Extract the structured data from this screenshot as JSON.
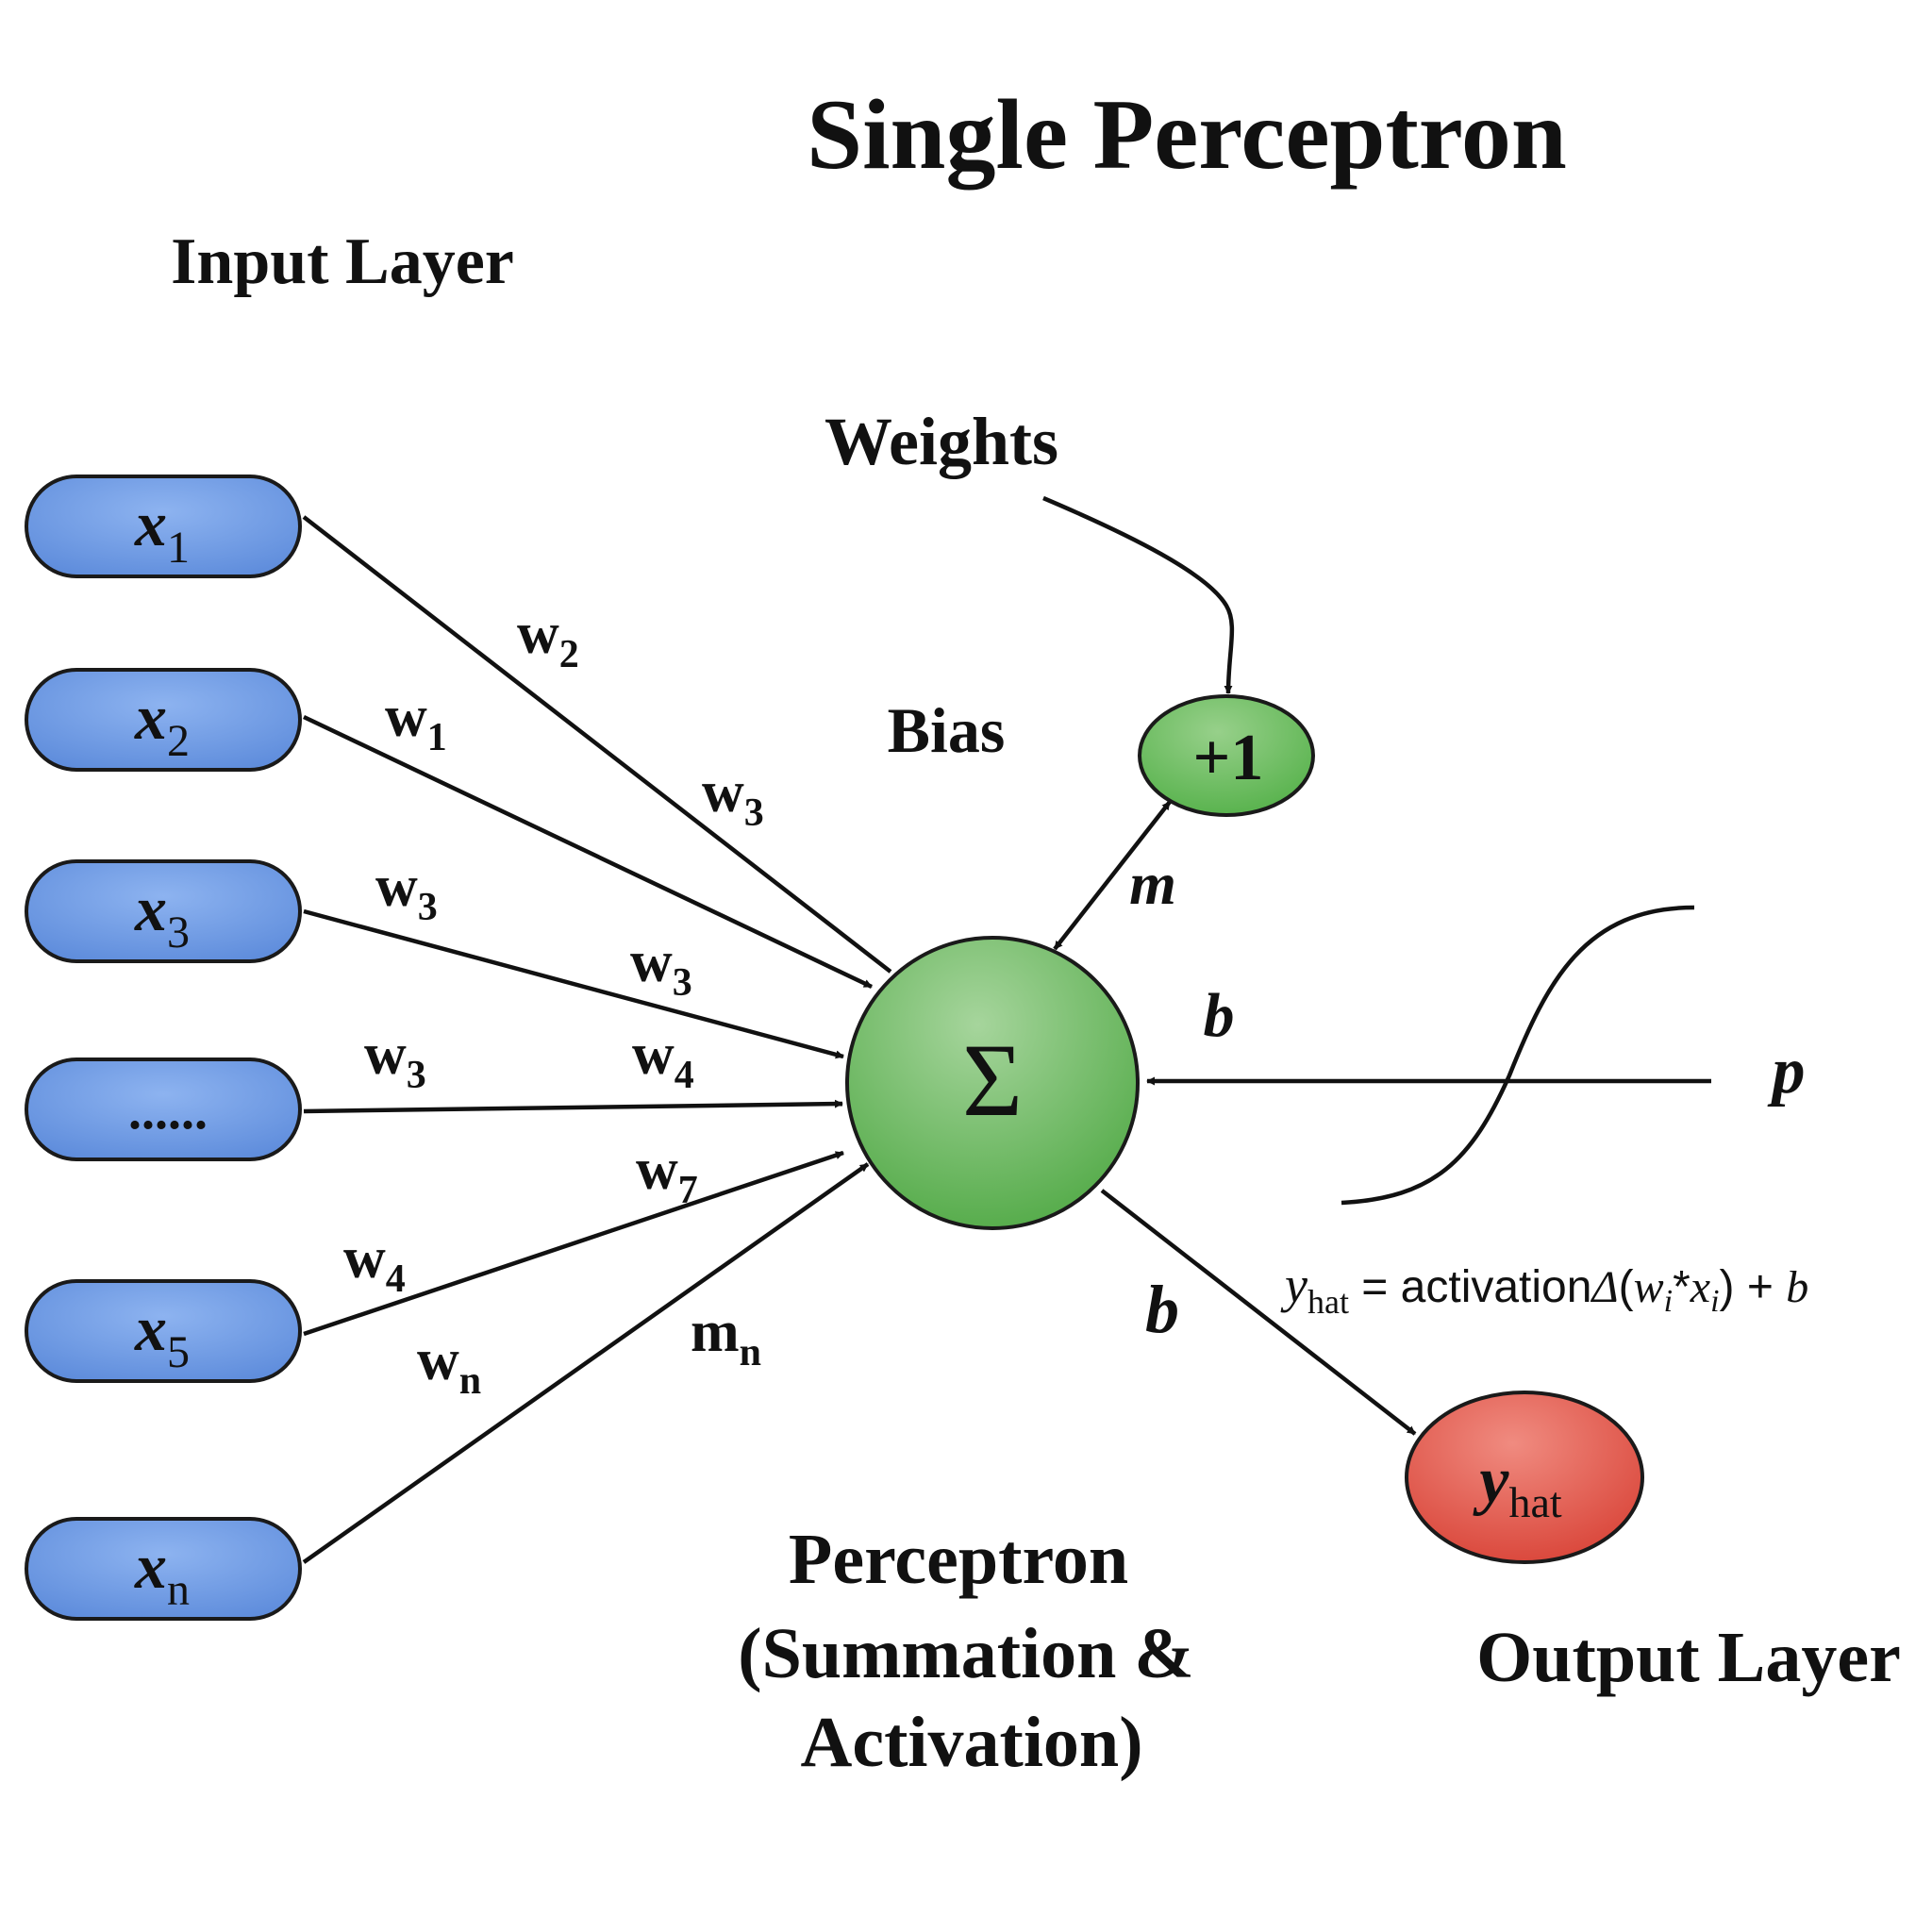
{
  "title": "Single Perceptron",
  "input_layer_label": "Input Layer",
  "weights_label": "Weights",
  "bias_label": "Bias",
  "bias_node": "+1",
  "sum_symbol": "Σ",
  "perceptron_label": [
    "Perceptron",
    "(Summation &",
    "Activation)"
  ],
  "output_layer_label": "Output Layer",
  "inputs": [
    {
      "base": "x",
      "sub": "1"
    },
    {
      "base": "x",
      "sub": "2"
    },
    {
      "base": "x",
      "sub": "3"
    },
    {
      "base": "......",
      "sub": ""
    },
    {
      "base": "x",
      "sub": "5"
    },
    {
      "base": "x",
      "sub": "n"
    }
  ],
  "weight_labels": [
    {
      "base": "w",
      "sub": "2"
    },
    {
      "base": "w",
      "sub": "1"
    },
    {
      "base": "w",
      "sub": "3"
    },
    {
      "base": "w",
      "sub": "3"
    },
    {
      "base": "w",
      "sub": "3"
    },
    {
      "base": "w",
      "sub": "3"
    },
    {
      "base": "w",
      "sub": "4"
    },
    {
      "base": "w",
      "sub": "7"
    },
    {
      "base": "w",
      "sub": "4"
    },
    {
      "base": "w",
      "sub": "n"
    },
    {
      "base": "m",
      "sub": "n"
    }
  ],
  "m_label": "m",
  "b_label_upper": "b",
  "b_label_lower": "b",
  "p_label": "p",
  "formula": {
    "y": "y",
    "y_sub": "hat",
    "text": " = activation",
    "sigma": "Δ",
    "open": "(",
    "w": "w",
    "w_sub": "i",
    "star": "*",
    "x": "x",
    "x_sub": "i",
    "close": ") + ",
    "b": "b"
  },
  "output_node": {
    "base": "y",
    "sub": "hat"
  },
  "colors": {
    "input_fill": "#6f9be3",
    "sum_fill": "#6dbb63",
    "bias_fill": "#6cbd5f",
    "output_fill": "#e0554a",
    "stroke": "#111111"
  }
}
